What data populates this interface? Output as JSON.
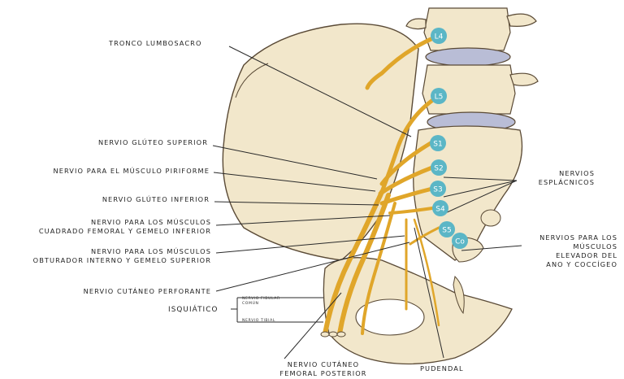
{
  "labels": {
    "tronco_lumbosacro": "TRONCO  LUMBOSACRO",
    "nervio_gluteo_superior": "NERVIO GLÚTEO SUPERIOR",
    "nervio_piriforme": "NERVIO PARA EL MÚSCULO PIRIFORME",
    "nervio_gluteo_inferior": "NERVIO GLÚTEO INFERIOR",
    "cuadrado_line1": "NERVIO PARA LOS MÚSCULOS",
    "cuadrado_line2": "CUADRADO FEMORAL Y GEMELO INFERIOR",
    "obturador_line1": "NERVIO PARA LOS MÚSCULOS",
    "obturador_line2": "OBTURADOR INTERNO Y GEMELO SUPERIOR",
    "cutaneo_perforante": "NERVIO CUTÁNEO PERFORANTE",
    "isquiatico": "ISQUIÁTICO",
    "fibular_line1": "NERVIO FIBULAR",
    "fibular_line2": "COMÚN",
    "tibial": "NERVIO TIBIAL",
    "cutaneo_post_line1": "NERVIO CUTÁNEO",
    "cutaneo_post_line2": "FEMORAL POSTERIOR",
    "pudendal": "PUDENDAL",
    "esplacnicos_line1": "NERVIOS",
    "esplacnicos_line2": "ESPLÁCNICOS",
    "elevador_line1": "NERVIOS PARA LOS",
    "elevador_line2": "MÚSCULOS",
    "elevador_line3": "ELEVADOR DEL",
    "elevador_line4": "ANO Y COCCÍGEO"
  },
  "vertebra_badges": [
    "L4",
    "L5",
    "S1",
    "S2",
    "S3",
    "S4",
    "S5",
    "Co"
  ],
  "colors": {
    "bone": "#f2e7cb",
    "bone_outline": "#5a4a36",
    "disc": "#b9bdd6",
    "nerve": "#e0a62a",
    "badge": "#5bb6c6",
    "leader": "#2a2a2a"
  }
}
